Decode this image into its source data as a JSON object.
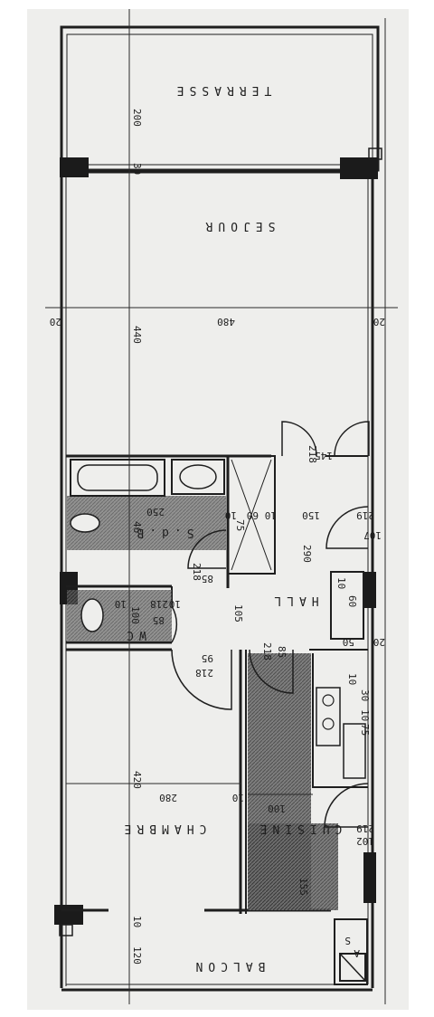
{
  "plan": {
    "colors": {
      "paper": "#eeeeec",
      "ink": "#1e1e1e",
      "hatch": "#3a3a3a"
    },
    "rooms": {
      "terrasse": "TERRASSE",
      "sejour": "SEJOUR",
      "hall": "HALL",
      "wc": "WC",
      "sdb": "S.d.B",
      "chambre": "CHAMBRE",
      "cuisine": "CUISINE",
      "balcon": "BALCON"
    },
    "dimensions": {
      "terrasse_depth": "200",
      "wall_30": "30",
      "sejour_depth": "440",
      "sejour_width": "480",
      "side_left": "20",
      "side_right": "20",
      "door_sejour_h": "145",
      "door_sejour_w": "218",
      "bath_width": "250",
      "bath_46": "46",
      "cab_75": "75",
      "cab_10a": "10",
      "cab_60": "60",
      "cab_10b": "10",
      "hall_150": "150",
      "door_107": "107",
      "door_219a": "219",
      "hall_290": "290",
      "door_85a": "85",
      "door_218a": "218",
      "wc_10a": "10",
      "wc_218": "218",
      "wc_10b": "10",
      "wc_85": "85",
      "wc_100": "100",
      "hall_105": "105",
      "cl_10": "10",
      "cl_60": "60",
      "cl_50": "50",
      "cl_20": "20",
      "door_95": "95",
      "door_218b": "218",
      "door_85b": "85",
      "door_218c": "218",
      "k_10": "10",
      "k_30": "30",
      "k_10b": "10",
      "k_75": "75",
      "chambre_depth": "420",
      "chambre_width": "280",
      "chambre_10": "10",
      "cuisine_100": "100",
      "door_102": "102",
      "door_219b": "219",
      "cuisine_155": "155",
      "balcon_depth": "120",
      "balcon_10": "10"
    },
    "symbols": {
      "bathtub": "bathtub-icon",
      "washbasin": "washbasin-icon",
      "toilet": "toilet-icon",
      "shower": "shower-icon",
      "stove": "stove-icon",
      "sink": "sink-icon",
      "boiler": "boiler-icon"
    },
    "corner_letters": {
      "a": "A",
      "s": "S"
    }
  }
}
